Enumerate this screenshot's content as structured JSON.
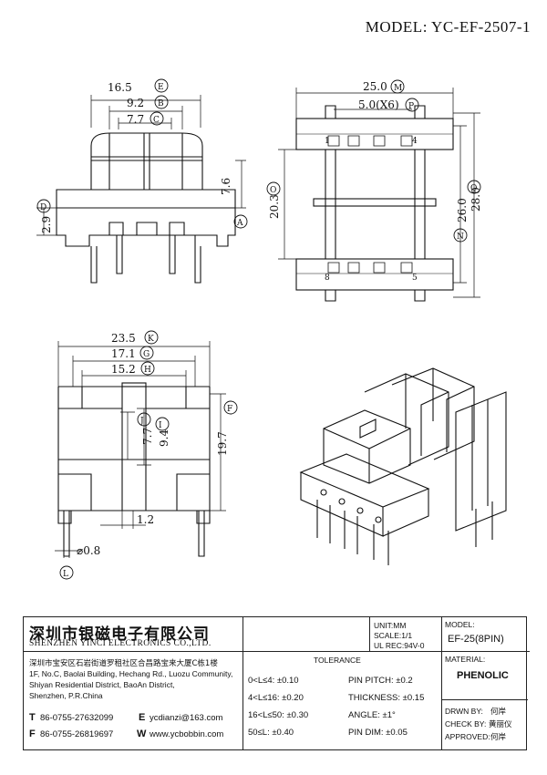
{
  "header": {
    "model_label": "MODEL:",
    "model_value": "YC-EF-2507-1"
  },
  "dimensions": {
    "top_left": {
      "d165": "16.5",
      "tE": "E",
      "d92": "9.2",
      "tB": "B",
      "d77": "7.7",
      "tC": "C",
      "d76": "7.6",
      "d29": "2.9",
      "tD": "D",
      "tA": "A"
    },
    "top_right": {
      "d250": "25.0",
      "tM": "M",
      "d50": "5.0(X6)",
      "tP": "P",
      "d203": "20.3",
      "tO": "O",
      "d260": "26.0",
      "tN": "N",
      "d280": "28.0",
      "tQ": "Q",
      "pin1": "1",
      "pin4": "4",
      "pin8": "8",
      "pin5": "5"
    },
    "bottom_left": {
      "d235": "23.5",
      "tK": "K",
      "d171": "17.1",
      "tG": "G",
      "d152": "15.2",
      "tH": "H",
      "d77b": "7.7",
      "tJ": "J",
      "d94": "9.4",
      "tI": "I",
      "d197": "19.7",
      "tF": "F",
      "d12": "1.2",
      "d08": "⌀0.8",
      "tL": "L"
    }
  },
  "title_block": {
    "company_cn": "深圳市银磁电子有限公司",
    "company_en": "SHENZHEN YINCI ELECTRONICS CO.,LTD.",
    "address_cn": "深圳市宝安区石岩街道罗租社区合昌路宝来大厦C栋1楼",
    "address_en": [
      "1F, No.C, Baolai Building, Hechang Rd., Luozu Community,",
      "Shiyan Residential District, BaoAn District,",
      "Shenzhen, P.R.China"
    ],
    "tel_label": "T",
    "tel": "86-0755-27632099",
    "email_label": "E",
    "email": "ycdianzi@163.com",
    "fax_label": "F",
    "fax": "86-0755-26819697",
    "web_label": "W",
    "web": "www.ycbobbin.com",
    "unit": "UNIT:MM",
    "scale": "SCALE:1/1",
    "ul_rec": "UL REC:94V-0",
    "model_label": "MODEL:",
    "model_value": "EF-25(8PIN)",
    "material_label": "MATERIAL:",
    "material_value": "PHENOLIC",
    "tolerance_title": "TOLERANCE",
    "tol": [
      "0<L≤4: ±0.10",
      "4<L≤16: ±0.20",
      "16<L≤50: ±0.30",
      "50≤L: ±0.40"
    ],
    "specs": [
      "PIN PITCH: ±0.2",
      "THICKNESS: ±0.15",
      "ANGLE: ±1°",
      "PIN DIM: ±0.05"
    ],
    "drwn_label": "DRWN BY:",
    "drwn_value": "何岸",
    "check_label": "CHECK BY:",
    "check_value": "黄丽仪",
    "approved_label": "APPROVED:",
    "approved_value": "何岸"
  }
}
